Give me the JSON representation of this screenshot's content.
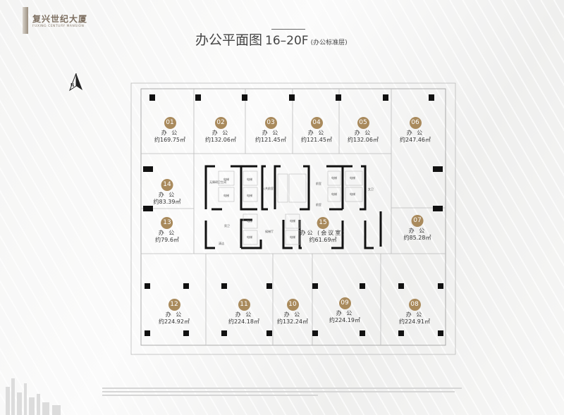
{
  "brand": {
    "name_cn": "复兴世纪大厦",
    "name_en": "FUXING CENTURY MANSION"
  },
  "header": {
    "title": "办公平面图",
    "floors": "16–20F",
    "subtitle": "(办公标准层)"
  },
  "north_label": "N",
  "units": [
    {
      "no": "01",
      "name": "办 公",
      "area": "约169.75㎡"
    },
    {
      "no": "02",
      "name": "办 公",
      "area": "约132.06㎡"
    },
    {
      "no": "03",
      "name": "办 公",
      "area": "约121.45㎡"
    },
    {
      "no": "04",
      "name": "办 公",
      "area": "约121.45㎡"
    },
    {
      "no": "05",
      "name": "办 公",
      "area": "约132.06㎡"
    },
    {
      "no": "06",
      "name": "办 公",
      "area": "约247.46㎡"
    },
    {
      "no": "07",
      "name": "办 公",
      "area": "约85.28㎡"
    },
    {
      "no": "08",
      "name": "办 公",
      "area": "约224.91㎡"
    },
    {
      "no": "09",
      "name": "办 公",
      "area": "约224.19㎡"
    },
    {
      "no": "10",
      "name": "办 公",
      "area": "约132.24㎡"
    },
    {
      "no": "11",
      "name": "办 公",
      "area": "约224.18㎡"
    },
    {
      "no": "12",
      "name": "办 公",
      "area": "约224.92㎡"
    },
    {
      "no": "13",
      "name": "办 公",
      "area": "约79.6㎡"
    },
    {
      "no": "14",
      "name": "办 公",
      "area": "约83.39㎡"
    },
    {
      "no": "15",
      "name": "办公 (会议室)",
      "area": "约61.69㎡"
    }
  ],
  "core_labels": {
    "accessible_wc": "无障碍卫生间",
    "elevator": "电梯",
    "public_lobby": "公共前室",
    "lobby": "前室",
    "female_wc": "女卫",
    "male_wc": "男卫",
    "elevator_hall": "候梯厅",
    "cleaning": "清洁"
  },
  "colors": {
    "badge": "#a98a5c",
    "wall": "#111111"
  }
}
